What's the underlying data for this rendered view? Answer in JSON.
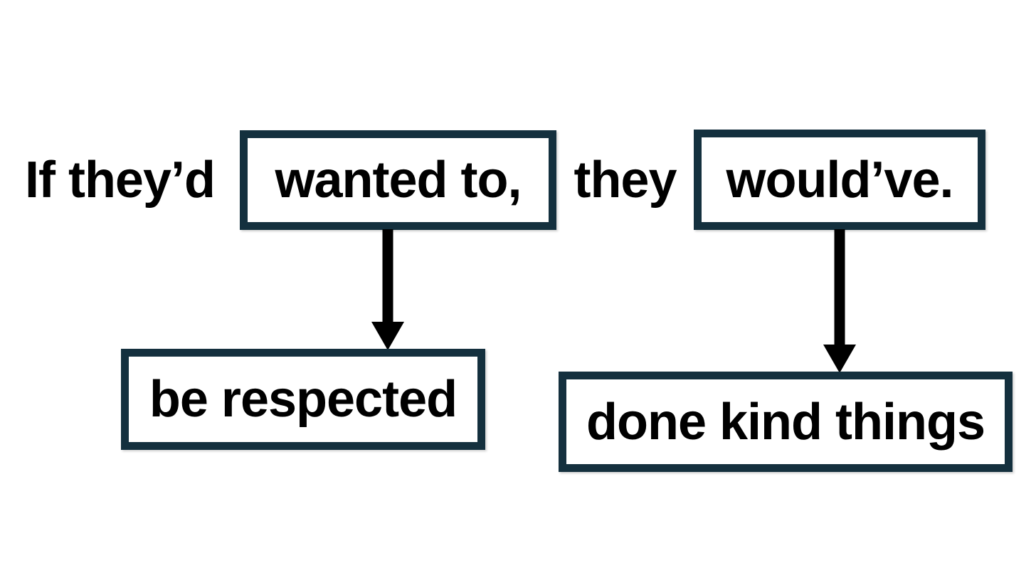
{
  "colors": {
    "background": "#ffffff",
    "box_border": "#14303e",
    "box_fill": "#ffffff",
    "text": "#000000",
    "arrow": "#000000"
  },
  "sentence": {
    "part1": "If they’d",
    "box_top_left": "wanted to,",
    "part2": "they",
    "box_top_right": "would’ve."
  },
  "replacements": {
    "box_bottom_left": "be respected",
    "box_bottom_right": "done kind things"
  },
  "arrows": [
    {
      "from": "wanted to,",
      "to": "be respected",
      "direction": "down"
    },
    {
      "from": "would’ve.",
      "to": "done kind things",
      "direction": "down"
    }
  ]
}
